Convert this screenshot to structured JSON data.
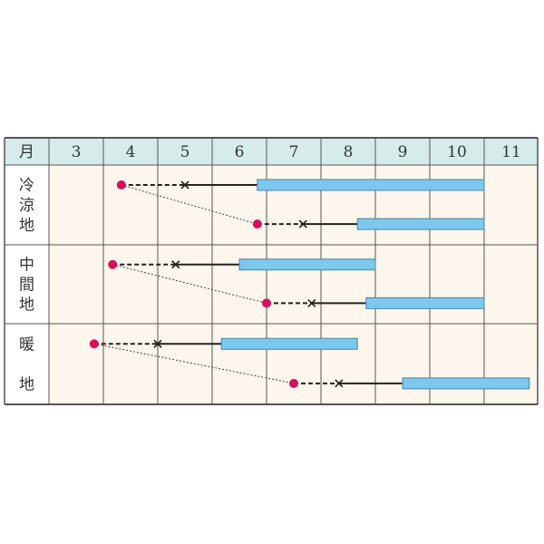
{
  "chart_data": {
    "type": "gantt",
    "title": "",
    "header_label": "月",
    "months": [
      "3",
      "4",
      "5",
      "6",
      "7",
      "8",
      "9",
      "10",
      "11"
    ],
    "colors": {
      "header_bg": "#d6ecea",
      "cell_bg": "#fdf6ec",
      "label_bg": "#ffffff",
      "grid": "#555555",
      "sowing_dot": "#d6105a",
      "harvest_bar": "#7cc8ef",
      "harvest_bar_border": "#4a86a8",
      "line": "#222222"
    },
    "legend_semantics": {
      "dot": "sowing (播種)",
      "dashed": "nursery period",
      "x": "planting (定植)",
      "solid": "growing period",
      "bar": "harvest (収穫)"
    },
    "regions": [
      {
        "name": "冷涼地",
        "label_chars": [
          "冷",
          "涼",
          "地"
        ],
        "rows": [
          {
            "sow": 4.33,
            "plant": 5.5,
            "harvest_start": 6.83,
            "harvest_end": 11.0
          },
          {
            "sow": 6.83,
            "plant": 7.67,
            "harvest_start": 8.67,
            "harvest_end": 11.0
          }
        ]
      },
      {
        "name": "中間地",
        "label_chars": [
          "中",
          "間",
          "地"
        ],
        "rows": [
          {
            "sow": 4.17,
            "plant": 5.33,
            "harvest_start": 6.5,
            "harvest_end": 9.0
          },
          {
            "sow": 7.0,
            "plant": 7.83,
            "harvest_start": 8.83,
            "harvest_end": 11.0
          }
        ]
      },
      {
        "name": "暖地",
        "label_chars": [
          "暖",
          "",
          "地"
        ],
        "rows": [
          {
            "sow": 3.83,
            "plant": 5.0,
            "harvest_start": 6.17,
            "harvest_end": 8.67
          },
          {
            "sow": 7.5,
            "plant": 8.33,
            "harvest_start": 9.5,
            "harvest_end": 11.83
          }
        ]
      }
    ]
  }
}
